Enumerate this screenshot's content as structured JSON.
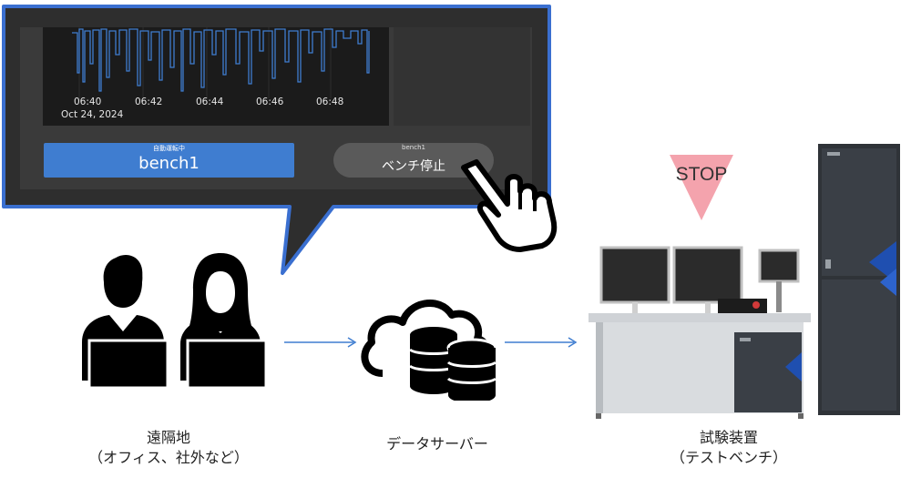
{
  "monitor": {
    "x_ticks": [
      "06:40",
      "06:42",
      "06:44",
      "06:46",
      "06:48"
    ],
    "date_label": "Oct 24, 2024",
    "series_color": "#3f7dd0",
    "status_label": "自動運転中",
    "bench_name": "bench1",
    "stop_button_small": "bench1",
    "stop_button_label": "ベンチ停止",
    "accent": "#3f7dd0",
    "border": "#3a6fd0"
  },
  "stop_indicator": {
    "text": "STOP",
    "color": "#f4a3ad"
  },
  "nodes": [
    {
      "title": "遠隔地",
      "subtitle": "（オフィス、社外など）"
    },
    {
      "title": "データサーバー"
    },
    {
      "title": "試験装置",
      "subtitle": "（テストベンチ）"
    }
  ],
  "icons": [
    "remote-users-icon",
    "cloud-database-icon",
    "test-bench-icon",
    "pointing-hand-icon"
  ]
}
